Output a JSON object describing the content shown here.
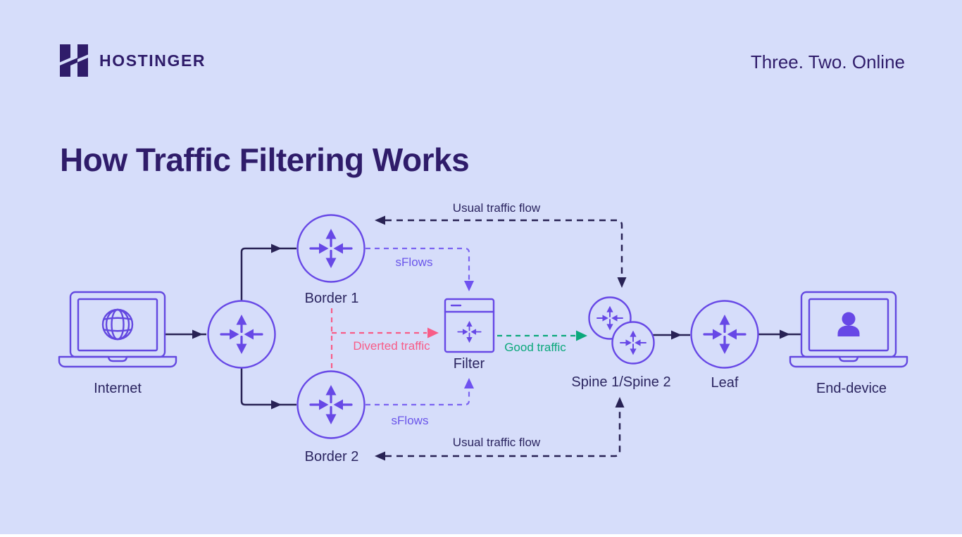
{
  "page": {
    "background": "#d6ddfa",
    "bottom_bar_color": "#ffffff"
  },
  "header": {
    "logo_icon": "hostinger-h-logo",
    "wordmark": "HOSTINGER",
    "tagline": "Three. Two. Online"
  },
  "title": "How Traffic Filtering Works",
  "diagram": {
    "node_labels": {
      "internet": "Internet",
      "border1": "Border 1",
      "border2": "Border 2",
      "filter": "Filter",
      "spine": "Spine 1/Spine 2",
      "leaf": "Leaf",
      "end_device": "End-device"
    },
    "flow_labels": {
      "usual_top": "Usual traffic flow",
      "usual_bottom": "Usual traffic flow",
      "sflows_top": "sFlows",
      "sflows_bottom": "sFlows",
      "diverted": "Diverted traffic",
      "good": "Good traffic"
    },
    "colors": {
      "node_purple": "#6748e6",
      "sflow_purple": "#7b64f1",
      "diverted_pink": "#f85c87",
      "good_green": "#0ba87b",
      "line_dark": "#282254",
      "brand_dark": "#2f1c6a"
    }
  }
}
